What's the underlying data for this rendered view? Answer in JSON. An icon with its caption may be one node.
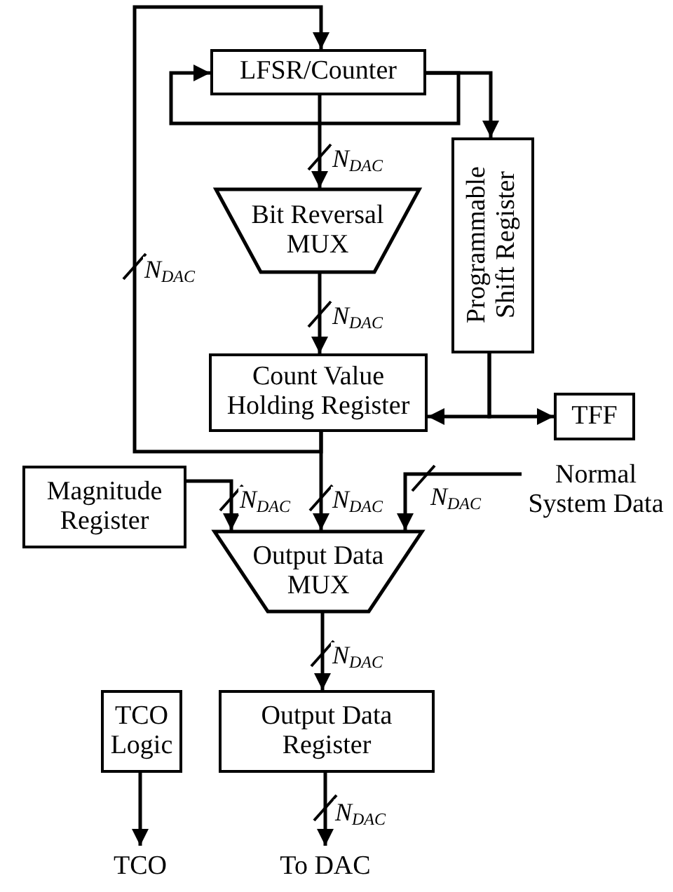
{
  "diagram": {
    "nodes": [
      {
        "text": [
          "LFSR/Counter"
        ]
      },
      {
        "text": [
          "Bit Reversal MUX"
        ]
      },
      {
        "text": [
          "Programmable Shift Register"
        ]
      },
      {
        "text": [
          "Count Value Holding Register"
        ]
      },
      {
        "text": [
          "TFF"
        ]
      },
      {
        "text": [
          "Magnitude Register"
        ]
      },
      {
        "text": [
          "Normal System Data"
        ]
      },
      {
        "text": [
          "Output Data MUX"
        ]
      },
      {
        "text": [
          "TCO Logic"
        ]
      },
      {
        "text": [
          "Output Data Register"
        ]
      },
      {
        "text": [
          "TCO"
        ]
      },
      {
        "text": [
          "To DAC"
        ]
      }
    ],
    "edges": [
      {
        "from": 0,
        "to": 0,
        "arrow": "to"
      },
      {
        "from": 0,
        "to": 2,
        "arrow": "to"
      },
      {
        "from": 0,
        "to": 1,
        "arrow": "to",
        "label": "N$_{DAC}$"
      },
      {
        "from": 1,
        "to": 3,
        "arrow": "to",
        "label": "N$_{DAC}$"
      },
      {
        "from": 3,
        "to": 0,
        "arrow": "to",
        "label": "N$_{DAC}$"
      },
      {
        "from": 3,
        "to": 7,
        "arrow": "to",
        "label": "N$_{DAC}$"
      },
      {
        "from": 2,
        "to": 3,
        "arrow": "to"
      },
      {
        "from": 2,
        "to": 4,
        "arrow": "to"
      },
      {
        "from": 5,
        "to": 7,
        "arrow": "to",
        "label": "N$_{DAC}$"
      },
      {
        "from": 6,
        "to": 7,
        "arrow": "to",
        "label": "N$_{DAC}$"
      },
      {
        "from": 7,
        "to": 9,
        "arrow": "to",
        "label": "N$_{DAC}$"
      },
      {
        "from": 8,
        "to": 10,
        "arrow": "to"
      },
      {
        "from": 9,
        "to": 11,
        "arrow": "to",
        "label": "N$_{DAC}$"
      }
    ]
  }
}
